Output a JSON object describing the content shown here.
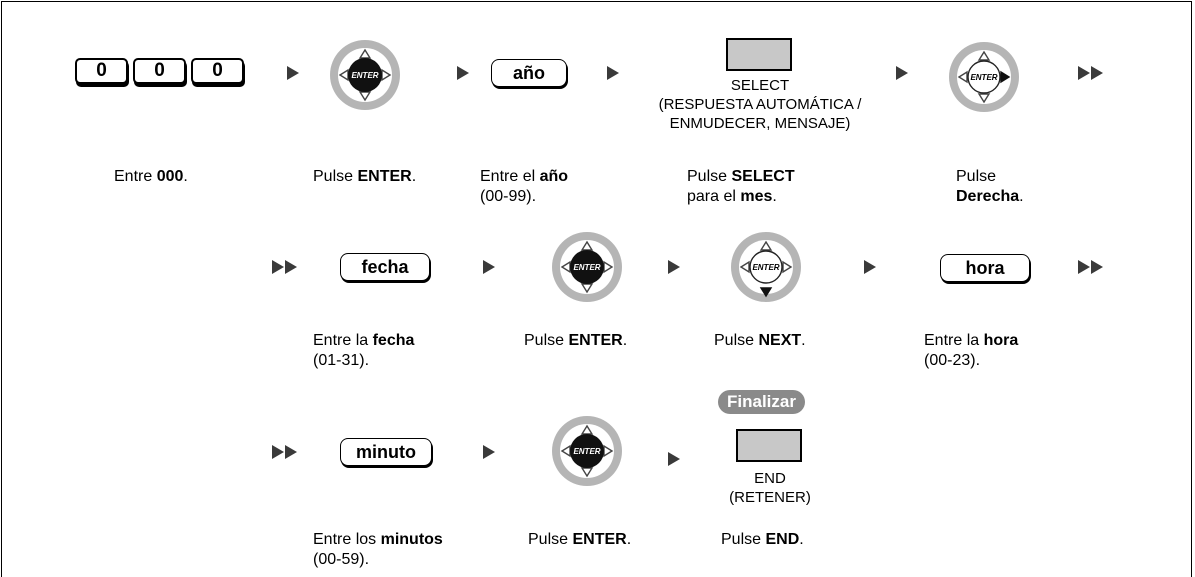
{
  "row1": {
    "keys": [
      "0",
      "0",
      "0"
    ],
    "entry_year": "año",
    "select_label": "SELECT\n(RESPUESTA AUTOMÁTICA /\nENMUDECER, MENSAJE)",
    "enter_text": "ENTER",
    "steps": [
      {
        "pre": "Entre ",
        "b1": "000",
        "mid": ".",
        "b2": "",
        "post": ""
      },
      {
        "pre": "Pulse ",
        "b1": "ENTER",
        "mid": ".",
        "b2": "",
        "post": ""
      },
      {
        "pre": "Entre el ",
        "b1": "año",
        "mid": "\n(00-99).",
        "b2": "",
        "post": ""
      },
      {
        "pre": "Pulse ",
        "b1": "SELECT",
        "mid": "\npara el ",
        "b2": "mes",
        "post": "."
      },
      {
        "pre": "Pulse\n",
        "b1": "Derecha",
        "mid": ".",
        "b2": "",
        "post": ""
      }
    ]
  },
  "row2": {
    "entry_date": "fecha",
    "entry_hour": "hora",
    "steps": [
      {
        "pre": "Entre la ",
        "b1": "fecha",
        "mid": "\n(01-31).",
        "b2": "",
        "post": ""
      },
      {
        "pre": "Pulse ",
        "b1": "ENTER",
        "mid": ".",
        "b2": "",
        "post": ""
      },
      {
        "pre": "Pulse ",
        "b1": "NEXT",
        "mid": ".",
        "b2": "",
        "post": ""
      },
      {
        "pre": "Entre la ",
        "b1": "hora",
        "mid": "\n(00-23).",
        "b2": "",
        "post": ""
      }
    ]
  },
  "row3": {
    "entry_minute": "minuto",
    "badge": "Finalizar",
    "end_label": "END\n(RETENER)",
    "steps": [
      {
        "pre": "Entre los ",
        "b1": "minutos",
        "mid": "\n(00-59).",
        "b2": "",
        "post": ""
      },
      {
        "pre": "Pulse ",
        "b1": "ENTER",
        "mid": ".",
        "b2": "",
        "post": ""
      },
      {
        "pre": "Pulse ",
        "b1": "END",
        "mid": ".",
        "b2": "",
        "post": ""
      }
    ]
  },
  "colors": {
    "arrow": "#3a3a3a",
    "button_fill": "#c8c8c8",
    "badge": "#8a8a8a",
    "pad_ring": "#b5b5b5"
  }
}
